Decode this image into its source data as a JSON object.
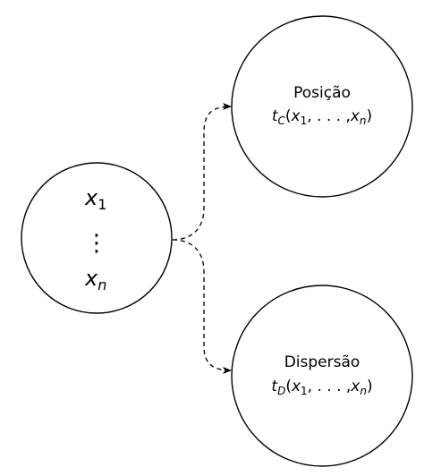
{
  "input_node": {
    "first_var": "x",
    "first_sub": "1",
    "last_var": "x",
    "last_sub": "n",
    "vdots": "⋮"
  },
  "position_node": {
    "title": "Posição",
    "func": "t",
    "func_sub": "C",
    "open": "(",
    "arg1": "x",
    "arg1_sub": "1",
    "sep1": ", . . . ,",
    "arg2": "x",
    "arg2_sub": "n",
    "close": ")"
  },
  "dispersion_node": {
    "title": "Dispersão",
    "func": "t",
    "func_sub": "D",
    "open": "(",
    "arg1": "x",
    "arg1_sub": "1",
    "sep1": ", . . . ,",
    "arg2": "x",
    "arg2_sub": "n",
    "close": ")"
  }
}
